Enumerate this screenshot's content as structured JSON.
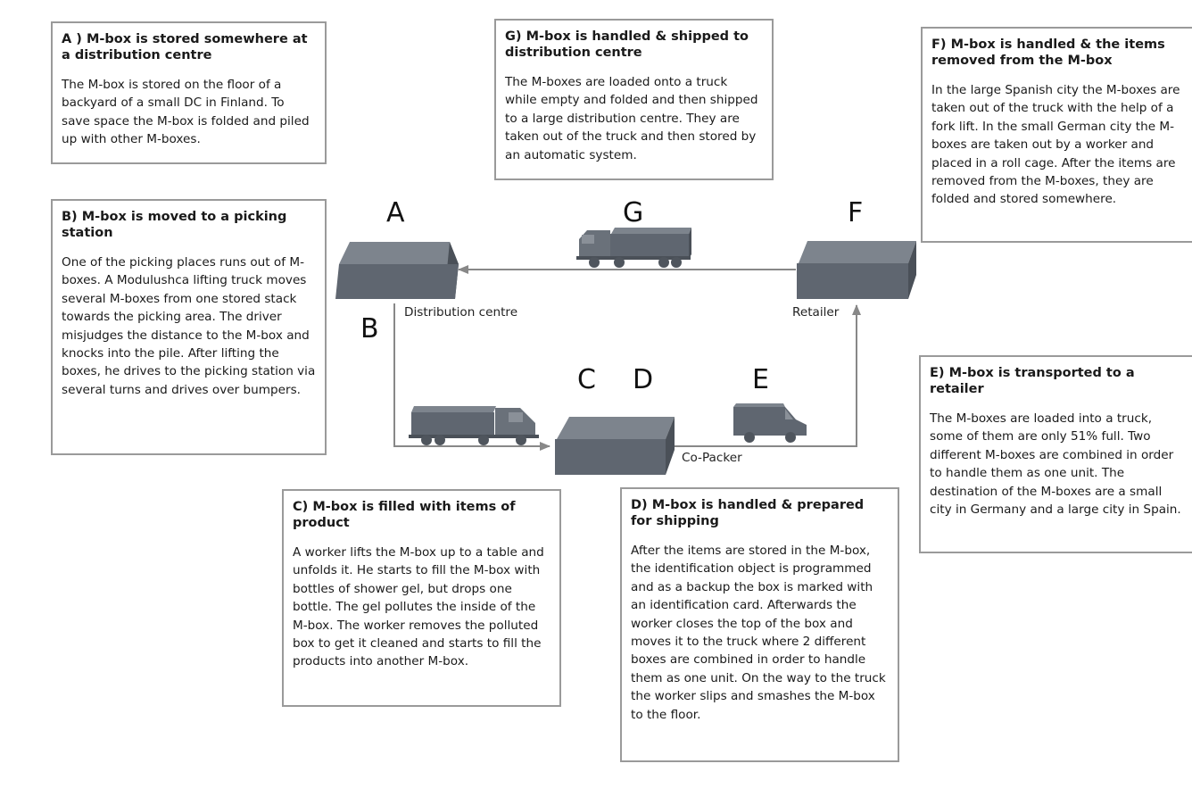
{
  "boxes": {
    "a": {
      "title": "A )  M-box is stored somewhere at a distribution centre",
      "text": "The M-box is stored on the floor of a backyard of a small DC in Finland. To save space the M-box is folded and piled up with other M-boxes."
    },
    "b": {
      "title": "B)  M-box is moved to a picking station",
      "text": "One of the picking places runs out of M-boxes. A Modulushca lifting truck moves several M-boxes from one stored stack towards the picking area. The driver misjudges the distance to the M-box and knocks into the pile. After lifting the boxes, he drives to the picking station via several turns and drives over bumpers."
    },
    "c": {
      "title": "C)  M-box is filled with items of product",
      "text": "A worker lifts the M-box up to a table and unfolds it. He starts to fill the M-box with bottles of shower gel, but drops one bottle. The gel pollutes the inside of the M-box. The worker removes the polluted box to get it cleaned and starts to fill the products into another M-box."
    },
    "d": {
      "title": "D)  M-box is handled & prepared for shipping",
      "text": "After the items are stored in the M-box, the identification object is programmed and as a backup the box is marked with an identification card. Afterwards the worker closes the top of the box and moves it to the truck where 2 different boxes are combined in order to handle them as one unit. On the way to the truck the worker slips and smashes the M-box to the floor."
    },
    "e": {
      "title": "E)  M-box is transported to a retailer",
      "text": "The M-boxes are loaded into a truck, some of them are only 51% full. Two different M-boxes are combined in order to handle them as one unit. The destination of the M-boxes are a small city in Germany and a large city in Spain."
    },
    "f": {
      "title": "F)  M-box is handled & the items removed from the M-box",
      "text": "In the large Spanish city the M-boxes are taken out of the truck with the help of a fork lift. In the small German city the M-boxes are taken out by a worker and placed in a roll cage. After the items are removed from the M-boxes, they are folded and stored somewhere."
    },
    "g": {
      "title": "G)  M-box is handled & shipped to distribution centre",
      "text": "The M-boxes are loaded onto a truck while empty and folded and then shipped to a large distribution centre. They are taken out of the truck and then stored by an automatic system."
    }
  },
  "diagram": {
    "letters": {
      "a": "A",
      "b": "B",
      "c": "C",
      "d": "D",
      "e": "E",
      "f": "F",
      "g": "G"
    },
    "nodes": {
      "distribution_centre": "Distribution centre",
      "retailer": "Retailer",
      "co_packer": "Co-Packer"
    },
    "colors": {
      "box_front": "#5f6670",
      "box_top": "#7d848d",
      "box_side": "#4a5058",
      "arrow": "#888888",
      "border": "#9a9a9a"
    }
  }
}
